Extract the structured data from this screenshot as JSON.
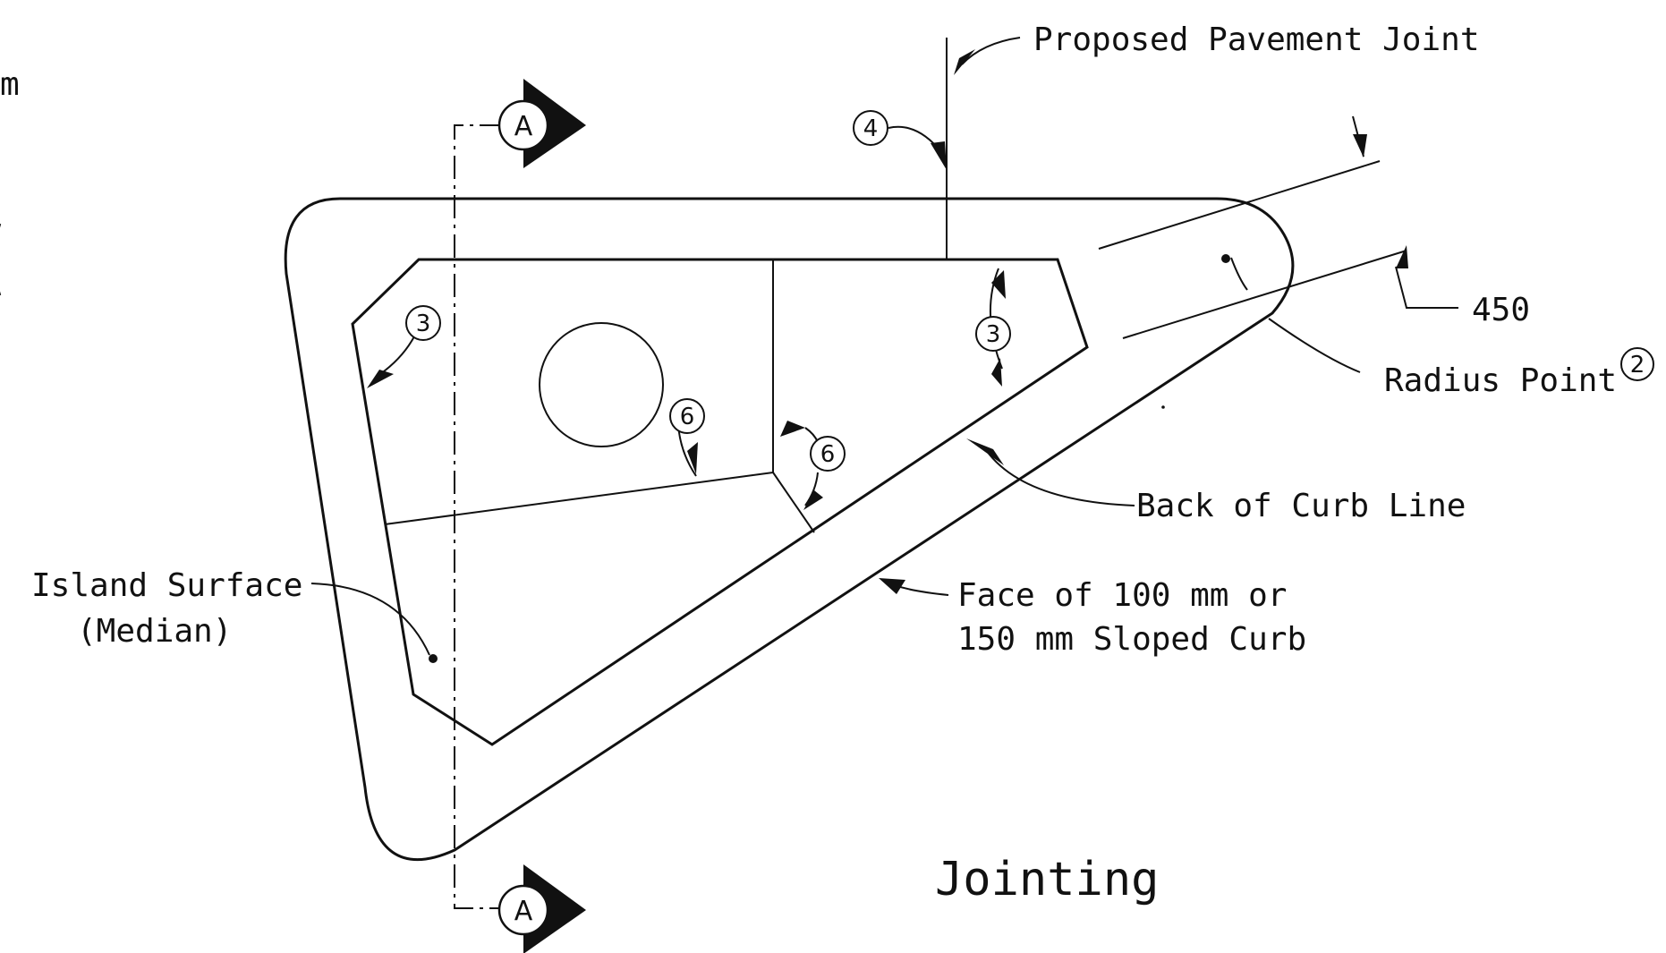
{
  "labels": {
    "proposed_pavement_joint": "Proposed Pavement Joint",
    "dimension_450": "450",
    "radius_point": "Radius Point",
    "back_of_curb_line": "Back of Curb Line",
    "face_of_curb_line1": "Face of 100 mm or",
    "face_of_curb_line2": "150 mm Sloped Curb",
    "island_surface_line1": "Island Surface",
    "island_surface_line2": "(Median)",
    "title": "Jointing",
    "edge_fragment": "m"
  },
  "callouts": {
    "joint_top": "4",
    "joint_left": "3",
    "joint_right": "3",
    "joint_center": "6",
    "joint_center_right": "6",
    "radius_note": "2"
  },
  "section_markers": {
    "top": "A",
    "bottom": "A"
  },
  "colors": {
    "line": "#111111",
    "background": "#ffffff"
  }
}
